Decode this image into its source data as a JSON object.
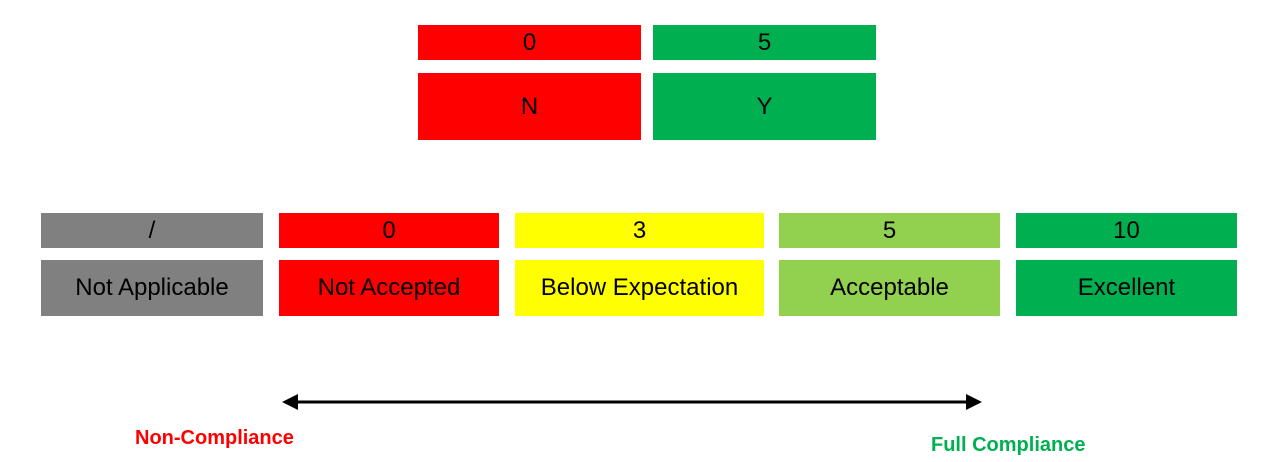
{
  "binary_scale": {
    "items": [
      {
        "score": "0",
        "label": "N",
        "color": "#ff0000"
      },
      {
        "score": "5",
        "label": "Y",
        "color": "#00b050"
      }
    ]
  },
  "rating_scale": {
    "items": [
      {
        "score": "/",
        "label": "Not Applicable",
        "color": "#808080"
      },
      {
        "score": "0",
        "label": "Not Accepted",
        "color": "#ff0000"
      },
      {
        "score": "3",
        "label": "Below Expectation",
        "color": "#ffff00"
      },
      {
        "score": "5",
        "label": "Acceptable",
        "color": "#92d050"
      },
      {
        "score": "10",
        "label": "Excellent",
        "color": "#00b050"
      }
    ]
  },
  "compliance_axis": {
    "start_label": "Non-Compliance",
    "end_label": "Full Compliance",
    "start_color": "#ff0000",
    "end_color": "#00b050"
  }
}
